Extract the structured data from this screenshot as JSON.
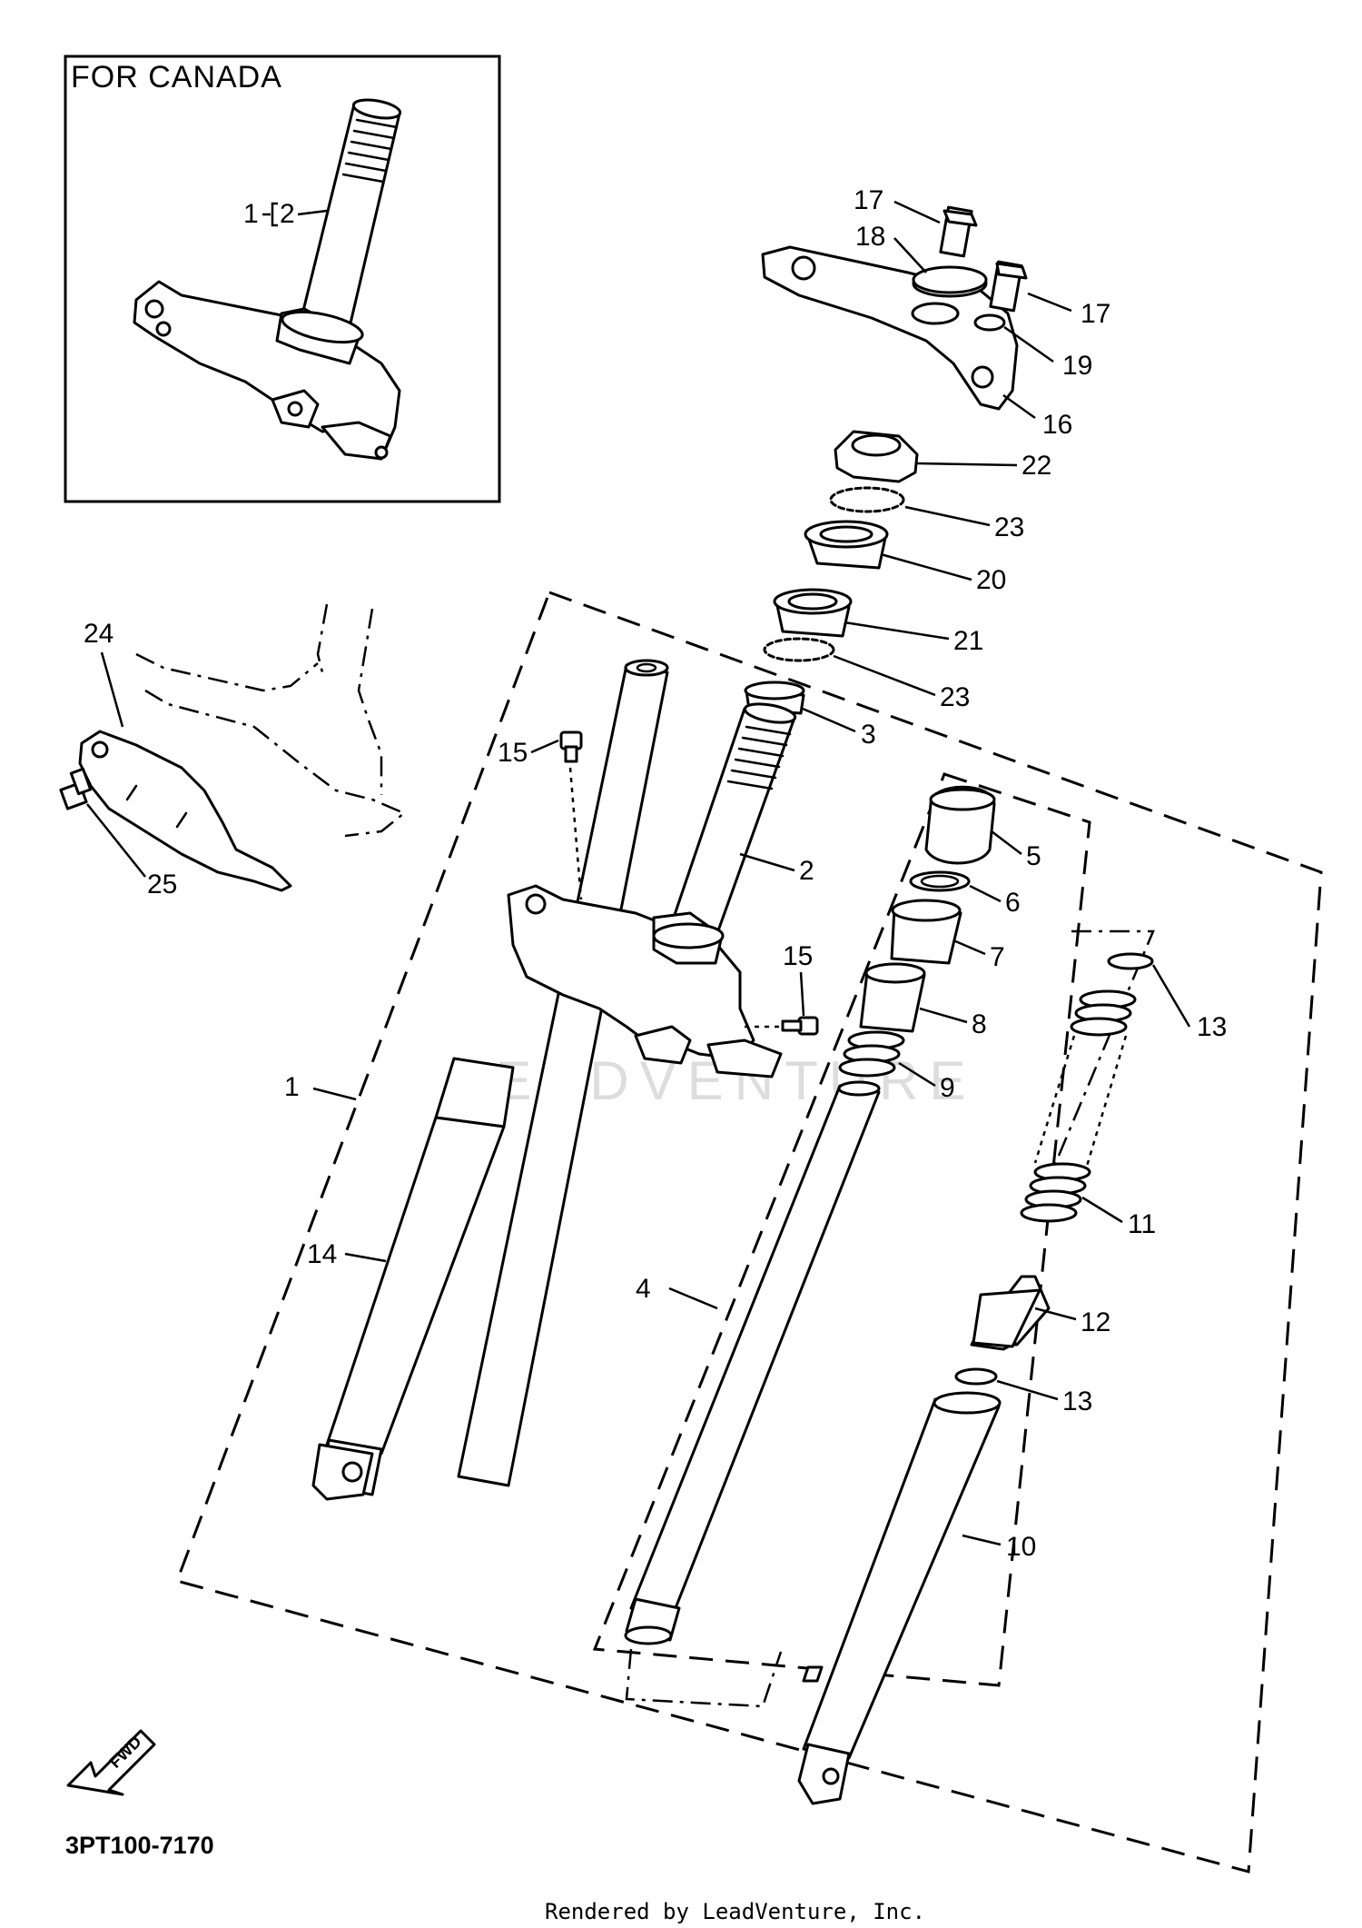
{
  "diagram": {
    "inset_title": "FOR CANADA",
    "diagram_code": "3PT100-7170",
    "rendered_by": "Rendered by LeadVenture, Inc.",
    "watermark": "LEADVENTURE",
    "direction_arrow": "FWD",
    "labels": {
      "inset_1": "1",
      "inset_2": "2",
      "p1": "1",
      "p2": "2",
      "p3": "3",
      "p4": "4",
      "p5": "5",
      "p6": "6",
      "p7": "7",
      "p8": "8",
      "p9": "9",
      "p10": "10",
      "p11": "11",
      "p12": "12",
      "p13a": "13",
      "p13b": "13",
      "p14": "14",
      "p15a": "15",
      "p15b": "15",
      "p16": "16",
      "p17a": "17",
      "p17b": "17",
      "p18": "18",
      "p19": "19",
      "p20": "20",
      "p21": "21",
      "p22": "22",
      "p23a": "23",
      "p23b": "23",
      "p24": "24",
      "p25": "25"
    }
  }
}
